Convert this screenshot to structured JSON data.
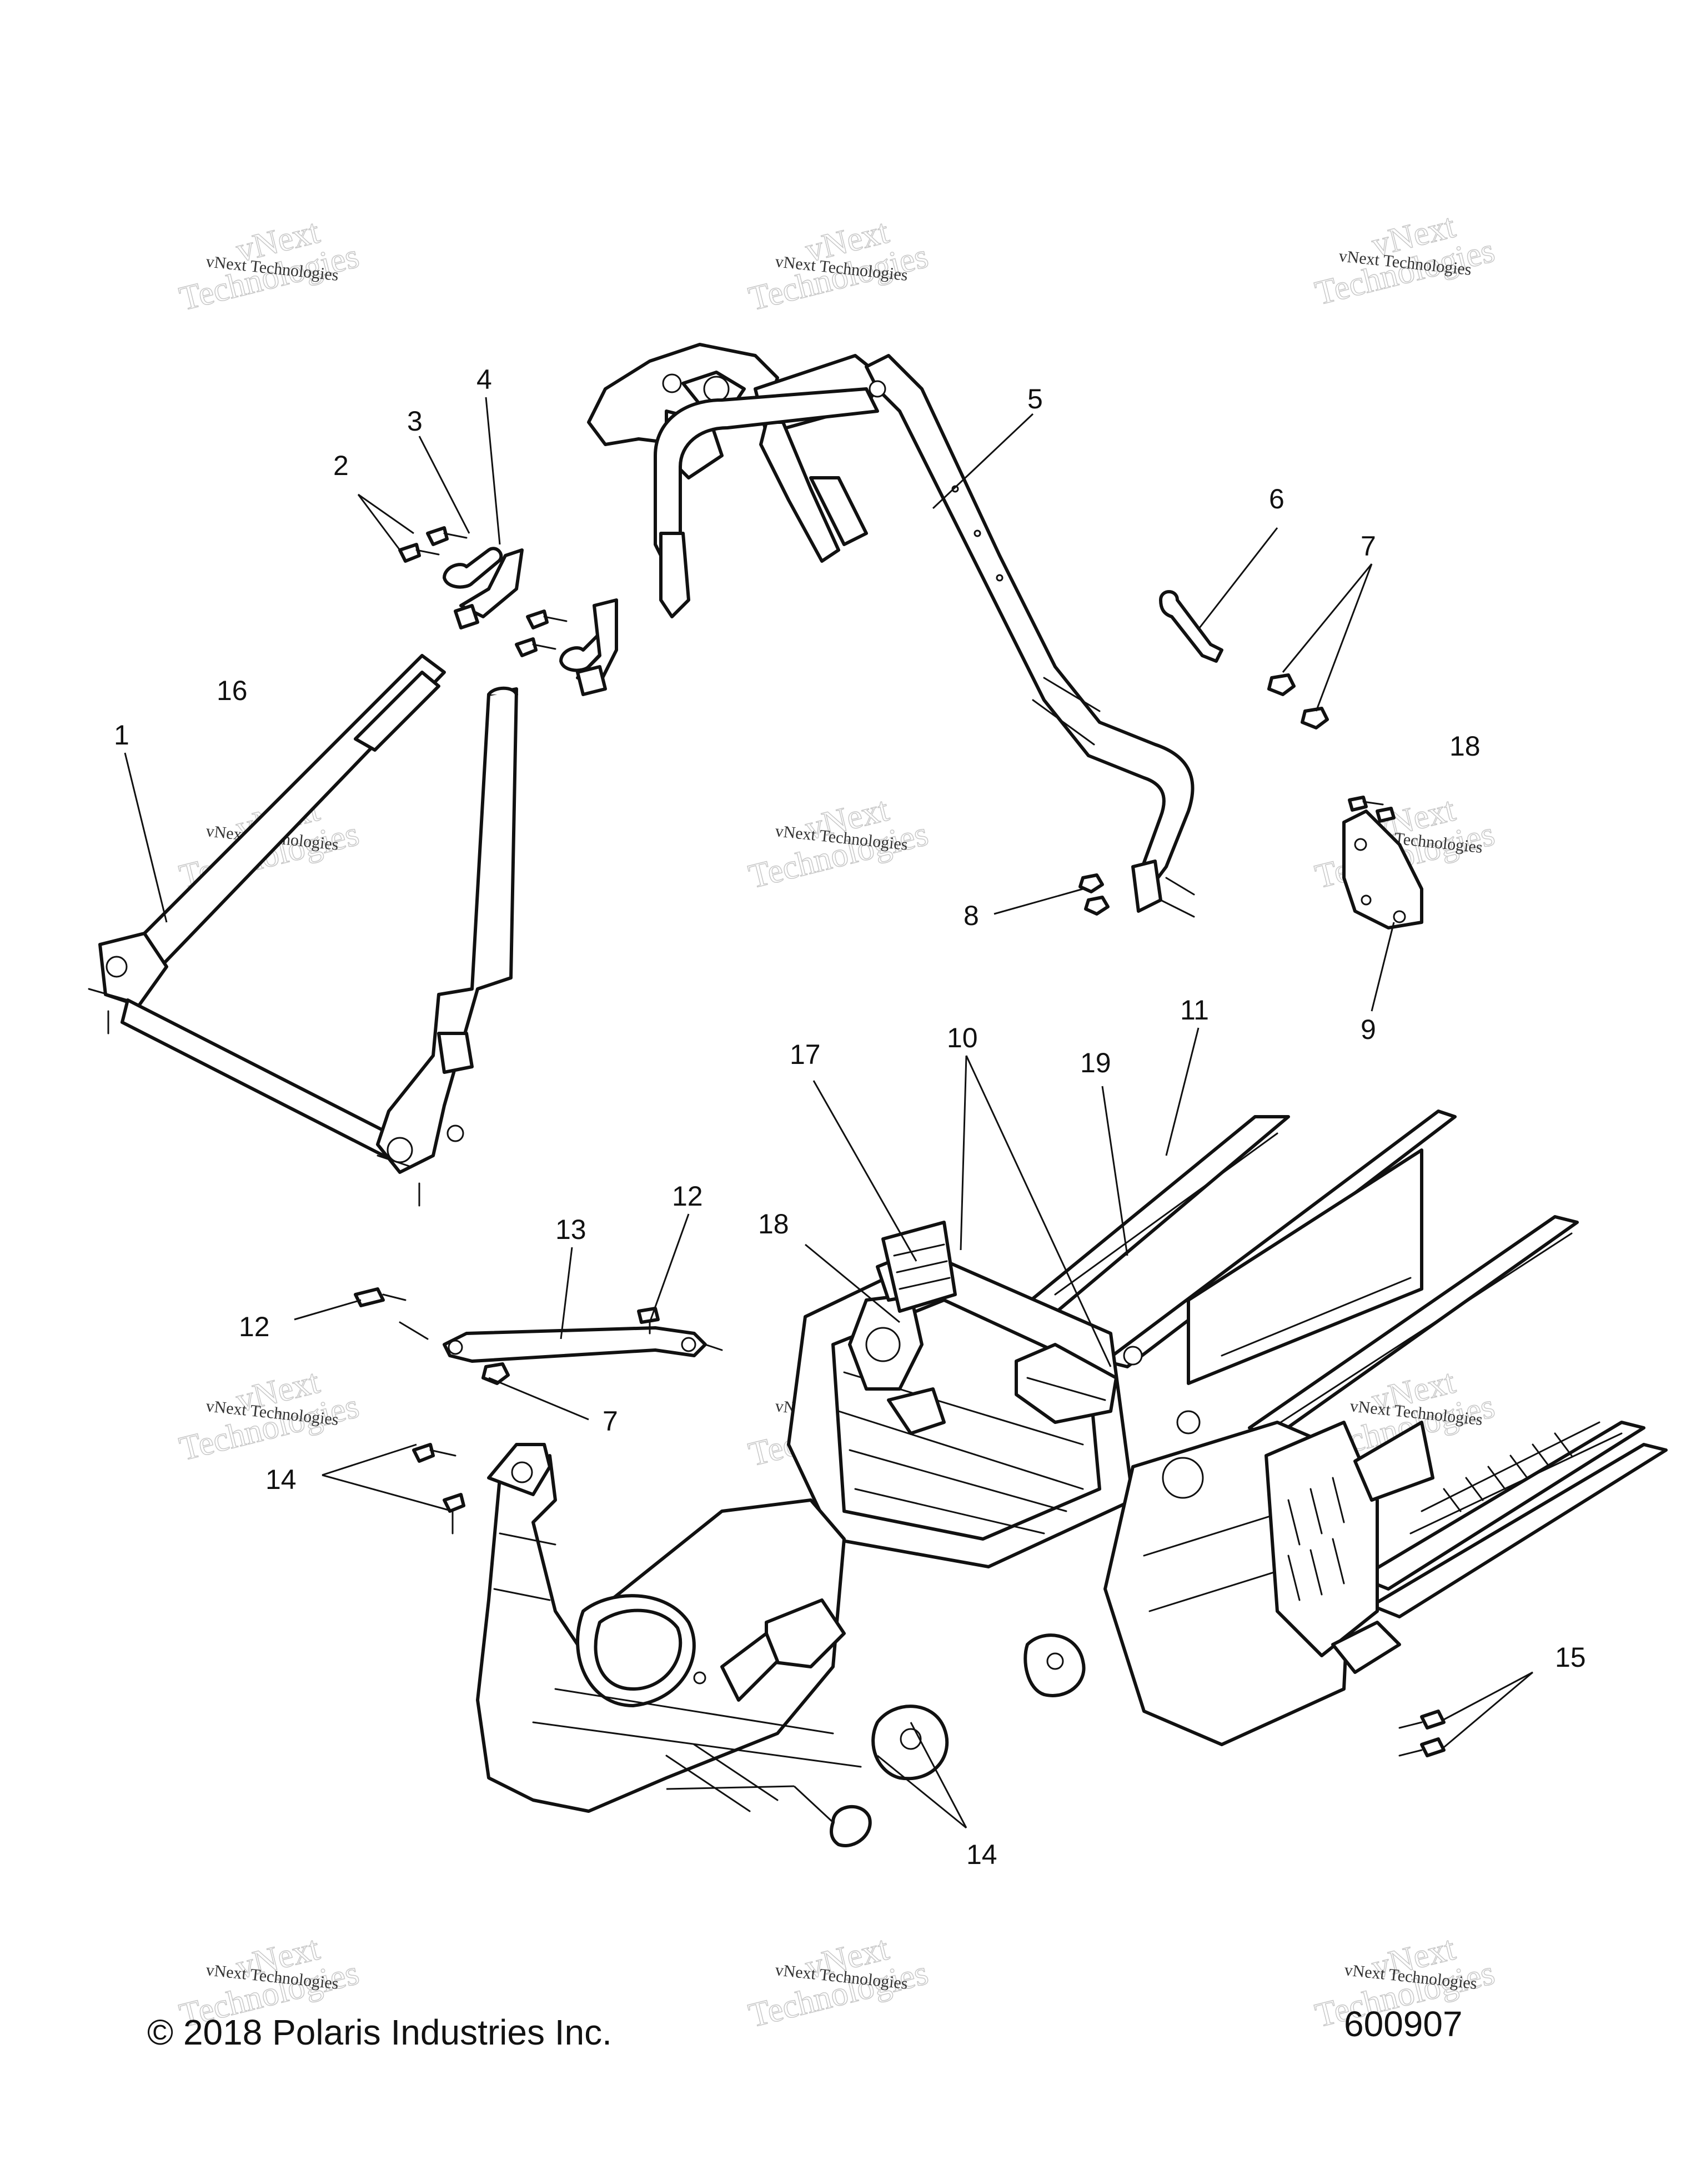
{
  "watermark": {
    "line1": "vNext Technologies",
    "line2": "Technologies",
    "line3": "vNext"
  },
  "callouts": {
    "c1": "1",
    "c2": "2",
    "c3": "3",
    "c4": "4",
    "c5": "5",
    "c6": "6",
    "c7a": "7",
    "c7b": "7",
    "c8": "8",
    "c9": "9",
    "c10": "10",
    "c11": "11",
    "c12a": "12",
    "c12b": "12",
    "c13": "13",
    "c14a": "14",
    "c14b": "14",
    "c15": "15",
    "c16": "16",
    "c17": "17",
    "c18a": "18",
    "c18b": "18",
    "c19": "19"
  },
  "footer": {
    "copyright": "© 2018 Polaris Industries Inc.",
    "diagram_number": "600907"
  }
}
